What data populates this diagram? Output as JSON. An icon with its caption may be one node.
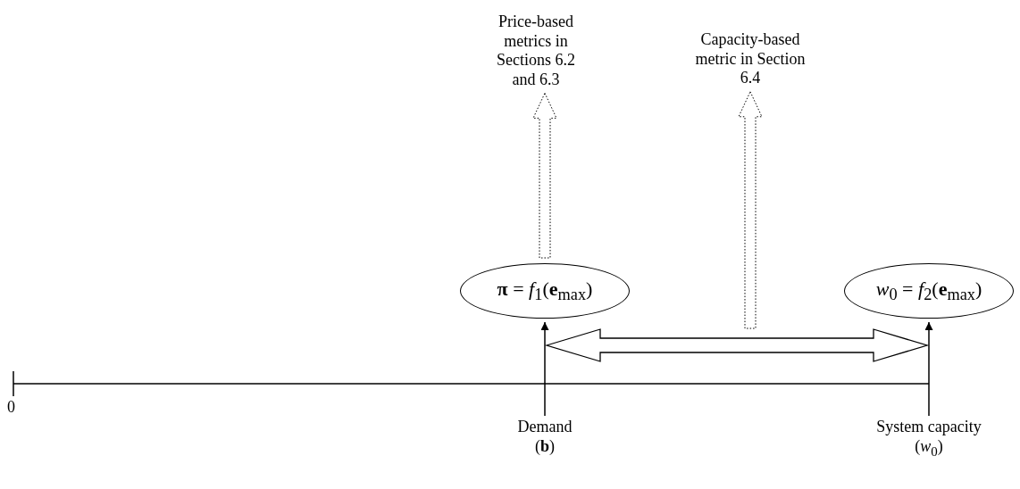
{
  "diagram": {
    "nodes": [
      {
        "text": [
          "**π** = *f*$_{1}$(**e**$_{max}$)"
        ]
      },
      {
        "text": [
          "*w*$_{0}$ = *f*$_{2}$(**e**$_{max}$)"
        ]
      },
      {
        "text": [
          "Price-based metrics in Sections 6.2 and 6.3"
        ]
      },
      {
        "text": [
          "Capacity-based metric in Section 6.4"
        ]
      },
      {
        "text": [
          "Demand (**b**)"
        ]
      },
      {
        "text": [
          "System capacity (*w*$_{0}$)"
        ]
      }
    ],
    "edges": [
      {
        "from": 4,
        "to": 0,
        "arrow": "to"
      },
      {
        "from": 5,
        "to": 1,
        "arrow": "to"
      },
      {
        "from": 4,
        "to": 5,
        "arrow": "both"
      },
      {
        "from": 0,
        "to": 2,
        "arrow": "to",
        "style": "dashed"
      },
      {
        "from": null,
        "to": 3,
        "arrow": "to",
        "style": "dashed"
      }
    ],
    "labels": [
      "0"
    ]
  }
}
